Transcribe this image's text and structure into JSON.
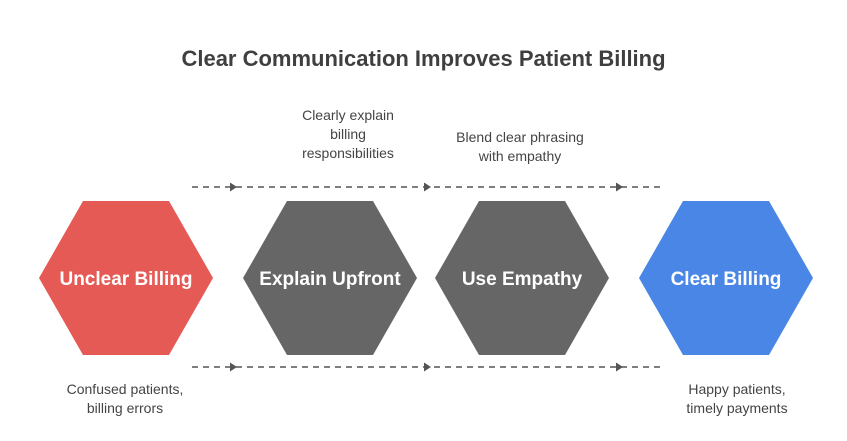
{
  "title": "Clear Communication Improves Patient Billing",
  "stages": [
    {
      "label": "Unclear Billing",
      "color": "#e55a55"
    },
    {
      "label": "Explain Upfront",
      "color": "#666666"
    },
    {
      "label": "Use Empathy",
      "color": "#666666"
    },
    {
      "label": "Clear Billing",
      "color": "#4a86e6"
    }
  ],
  "captions": {
    "explain_upfront": "Clearly explain\nbilling\nresponsibilities",
    "use_empathy": "Blend clear phrasing\nwith empathy",
    "unclear_billing": "Confused patients,\nbilling errors",
    "clear_billing": "Happy patients,\ntimely payments"
  },
  "connector_color": "#555555"
}
